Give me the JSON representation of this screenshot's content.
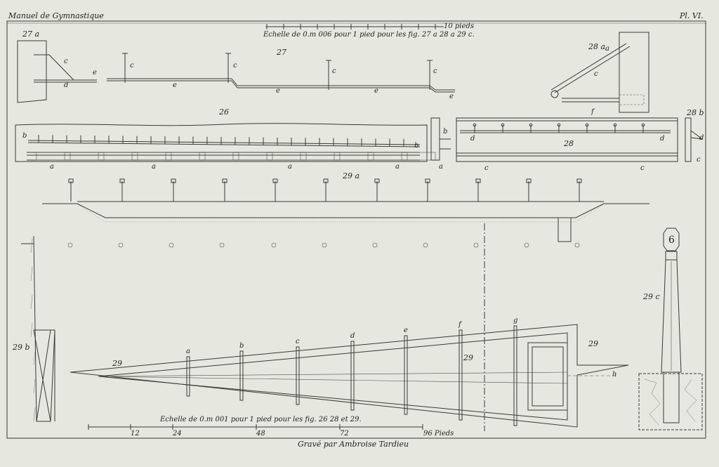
{
  "header": {
    "left_title": "Manuel de Gymnastique",
    "right_title": "Pl. VI."
  },
  "scales": {
    "top_caption": "Echelle de 0.m 006 pour 1 pied pour les fig. 27 a 28 a 29 c.",
    "top_end_label": "10 pieds",
    "bottom_caption": "Echelle de 0.m 001 pour 1 pied pour les fig. 26 28 et 29.",
    "bottom_ticks": [
      "12",
      "24",
      "48",
      "72",
      "96 Pieds"
    ]
  },
  "figures": {
    "fig27a": "27 a",
    "fig27": "27",
    "fig28a": "28 a",
    "fig26": "26",
    "fig28": "28",
    "fig28b": "28 b",
    "fig29a": "29 a",
    "fig29b": "29 b",
    "fig29": "29",
    "fig29c": "29 c"
  },
  "letters": {
    "c": "c",
    "d": "d",
    "e": "e",
    "a": "a",
    "b": "b",
    "f": "f",
    "g": "g",
    "h": "h"
  },
  "post_number": "6",
  "credit": "Gravé par Ambroise Tardieu"
}
